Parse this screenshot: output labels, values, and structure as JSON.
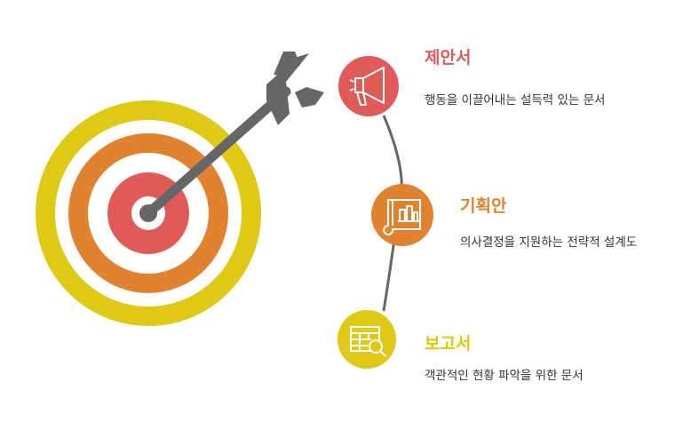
{
  "items": [
    {
      "title": "제안서",
      "description": "행동을 이끌어내는 설득력 있는 문서",
      "icon": "megaphone-icon",
      "color": "#e05a58"
    },
    {
      "title": "기획안",
      "description": "의사결정을 지원하는 전략적 설계도",
      "icon": "blueprint-icon",
      "color": "#e0822e"
    },
    {
      "title": "보고서",
      "description": "객관적인 현황 파악을 위한 문서",
      "icon": "report-search-icon",
      "color": "#e2c800"
    }
  ],
  "target": {
    "ring_colors": [
      "#dfc915",
      "#e0822e",
      "#e05a58",
      "#ffffff"
    ],
    "arrow_color": "#666666"
  }
}
